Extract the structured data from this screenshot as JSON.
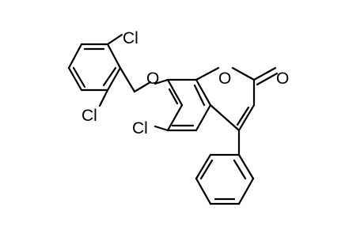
{
  "diagram": {
    "type": "chemical-structure",
    "atom_labels": {
      "cl_top": "Cl",
      "cl_bottom": "Cl",
      "o_ether": "O",
      "o_ring": "O",
      "o_carbonyl": "O",
      "cl_ring": "Cl"
    },
    "colors": {
      "bond": "#000000",
      "label": "#000000",
      "background": "#ffffff"
    }
  }
}
